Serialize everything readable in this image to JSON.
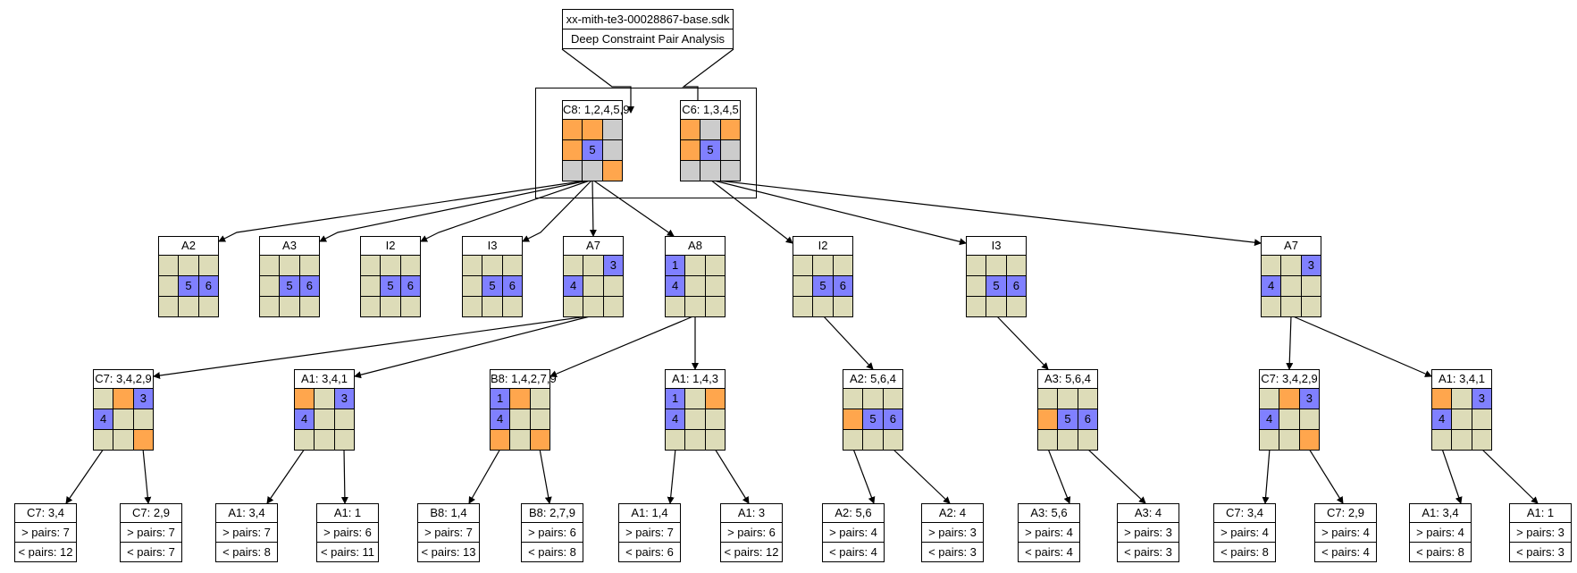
{
  "title": {
    "filename": "xx-mith-te3-00028867-base.sdk",
    "subtitle": "Deep Constraint Pair Analysis"
  },
  "colors": {
    "orange": "#ffa64d",
    "blue": "#8080ff",
    "gray": "#cccccc",
    "beige": "#dddcb8"
  },
  "roots": [
    {
      "id": "c8",
      "label": "C8: 1,2,4,5,9",
      "cells": [
        [
          "o",
          ""
        ],
        [
          "o",
          ""
        ],
        [
          "g",
          ""
        ],
        [
          "o",
          ""
        ],
        [
          "b",
          "5"
        ],
        [
          "g",
          ""
        ],
        [
          "g",
          ""
        ],
        [
          "g",
          ""
        ],
        [
          "o",
          ""
        ]
      ]
    },
    {
      "id": "c6",
      "label": "C6: 1,3,4,5",
      "cells": [
        [
          "o",
          ""
        ],
        [
          "g",
          ""
        ],
        [
          "o",
          ""
        ],
        [
          "o",
          ""
        ],
        [
          "b",
          "5"
        ],
        [
          "g",
          ""
        ],
        [
          "g",
          ""
        ],
        [
          "g",
          ""
        ],
        [
          "g",
          ""
        ]
      ]
    }
  ],
  "level2": [
    {
      "id": "l2a2",
      "label": "A2",
      "cells": [
        [
          "e",
          ""
        ],
        [
          "e",
          ""
        ],
        [
          "e",
          ""
        ],
        [
          "e",
          ""
        ],
        [
          "b",
          "5"
        ],
        [
          "b",
          "6"
        ],
        [
          "e",
          ""
        ],
        [
          "e",
          ""
        ],
        [
          "e",
          ""
        ]
      ]
    },
    {
      "id": "l2a3",
      "label": "A3",
      "cells": [
        [
          "e",
          ""
        ],
        [
          "e",
          ""
        ],
        [
          "e",
          ""
        ],
        [
          "e",
          ""
        ],
        [
          "b",
          "5"
        ],
        [
          "b",
          "6"
        ],
        [
          "e",
          ""
        ],
        [
          "e",
          ""
        ],
        [
          "e",
          ""
        ]
      ]
    },
    {
      "id": "l2i2a",
      "label": "I2",
      "cells": [
        [
          "e",
          ""
        ],
        [
          "e",
          ""
        ],
        [
          "e",
          ""
        ],
        [
          "e",
          ""
        ],
        [
          "b",
          "5"
        ],
        [
          "b",
          "6"
        ],
        [
          "e",
          ""
        ],
        [
          "e",
          ""
        ],
        [
          "e",
          ""
        ]
      ]
    },
    {
      "id": "l2i3a",
      "label": "I3",
      "cells": [
        [
          "e",
          ""
        ],
        [
          "e",
          ""
        ],
        [
          "e",
          ""
        ],
        [
          "e",
          ""
        ],
        [
          "b",
          "5"
        ],
        [
          "b",
          "6"
        ],
        [
          "e",
          ""
        ],
        [
          "e",
          ""
        ],
        [
          "e",
          ""
        ]
      ]
    },
    {
      "id": "l2a7a",
      "label": "A7",
      "cells": [
        [
          "e",
          ""
        ],
        [
          "e",
          ""
        ],
        [
          "b",
          "3"
        ],
        [
          "b",
          "4"
        ],
        [
          "e",
          ""
        ],
        [
          "e",
          ""
        ],
        [
          "e",
          ""
        ],
        [
          "e",
          ""
        ],
        [
          "e",
          ""
        ]
      ]
    },
    {
      "id": "l2a8",
      "label": "A8",
      "cells": [
        [
          "b",
          "1"
        ],
        [
          "e",
          ""
        ],
        [
          "e",
          ""
        ],
        [
          "b",
          "4"
        ],
        [
          "e",
          ""
        ],
        [
          "e",
          ""
        ],
        [
          "e",
          ""
        ],
        [
          "e",
          ""
        ],
        [
          "e",
          ""
        ]
      ]
    },
    {
      "id": "l2i2b",
      "label": "I2",
      "cells": [
        [
          "e",
          ""
        ],
        [
          "e",
          ""
        ],
        [
          "e",
          ""
        ],
        [
          "e",
          ""
        ],
        [
          "b",
          "5"
        ],
        [
          "b",
          "6"
        ],
        [
          "e",
          ""
        ],
        [
          "e",
          ""
        ],
        [
          "e",
          ""
        ]
      ]
    },
    {
      "id": "l2i3b",
      "label": "I3",
      "cells": [
        [
          "e",
          ""
        ],
        [
          "e",
          ""
        ],
        [
          "e",
          ""
        ],
        [
          "e",
          ""
        ],
        [
          "b",
          "5"
        ],
        [
          "b",
          "6"
        ],
        [
          "e",
          ""
        ],
        [
          "e",
          ""
        ],
        [
          "e",
          ""
        ]
      ]
    },
    {
      "id": "l2a7b",
      "label": "A7",
      "cells": [
        [
          "e",
          ""
        ],
        [
          "e",
          ""
        ],
        [
          "b",
          "3"
        ],
        [
          "b",
          "4"
        ],
        [
          "e",
          ""
        ],
        [
          "e",
          ""
        ],
        [
          "e",
          ""
        ],
        [
          "e",
          ""
        ],
        [
          "e",
          ""
        ]
      ]
    }
  ],
  "level3": [
    {
      "id": "l3c7a",
      "label": "C7: 3,4,2,9",
      "cells": [
        [
          "e",
          ""
        ],
        [
          "o",
          ""
        ],
        [
          "b",
          "3"
        ],
        [
          "b",
          "4"
        ],
        [
          "e",
          ""
        ],
        [
          "e",
          ""
        ],
        [
          "e",
          ""
        ],
        [
          "e",
          ""
        ],
        [
          "o",
          ""
        ]
      ]
    },
    {
      "id": "l3a1a",
      "label": "A1: 3,4,1",
      "cells": [
        [
          "o",
          ""
        ],
        [
          "e",
          ""
        ],
        [
          "b",
          "3"
        ],
        [
          "b",
          "4"
        ],
        [
          "e",
          ""
        ],
        [
          "e",
          ""
        ],
        [
          "e",
          ""
        ],
        [
          "e",
          ""
        ],
        [
          "e",
          ""
        ]
      ]
    },
    {
      "id": "l3b8",
      "label": "B8: 1,4,2,7,9",
      "cells": [
        [
          "b",
          "1"
        ],
        [
          "o",
          ""
        ],
        [
          "e",
          ""
        ],
        [
          "b",
          "4"
        ],
        [
          "e",
          ""
        ],
        [
          "e",
          ""
        ],
        [
          "o",
          ""
        ],
        [
          "e",
          ""
        ],
        [
          "o",
          ""
        ]
      ]
    },
    {
      "id": "l3a1b",
      "label": "A1: 1,4,3",
      "cells": [
        [
          "b",
          "1"
        ],
        [
          "e",
          ""
        ],
        [
          "o",
          ""
        ],
        [
          "b",
          "4"
        ],
        [
          "e",
          ""
        ],
        [
          "e",
          ""
        ],
        [
          "e",
          ""
        ],
        [
          "e",
          ""
        ],
        [
          "e",
          ""
        ]
      ]
    },
    {
      "id": "l3a2",
      "label": "A2: 5,6,4",
      "cells": [
        [
          "e",
          ""
        ],
        [
          "e",
          ""
        ],
        [
          "e",
          ""
        ],
        [
          "o",
          ""
        ],
        [
          "b",
          "5"
        ],
        [
          "b",
          "6"
        ],
        [
          "e",
          ""
        ],
        [
          "e",
          ""
        ],
        [
          "e",
          ""
        ]
      ]
    },
    {
      "id": "l3a3",
      "label": "A3: 5,6,4",
      "cells": [
        [
          "e",
          ""
        ],
        [
          "e",
          ""
        ],
        [
          "e",
          ""
        ],
        [
          "o",
          ""
        ],
        [
          "b",
          "5"
        ],
        [
          "b",
          "6"
        ],
        [
          "e",
          ""
        ],
        [
          "e",
          ""
        ],
        [
          "e",
          ""
        ]
      ]
    },
    {
      "id": "l3c7b",
      "label": "C7: 3,4,2,9",
      "cells": [
        [
          "e",
          ""
        ],
        [
          "o",
          ""
        ],
        [
          "b",
          "3"
        ],
        [
          "b",
          "4"
        ],
        [
          "e",
          ""
        ],
        [
          "e",
          ""
        ],
        [
          "e",
          ""
        ],
        [
          "e",
          ""
        ],
        [
          "o",
          ""
        ]
      ]
    },
    {
      "id": "l3a1c",
      "label": "A1: 3,4,1",
      "cells": [
        [
          "o",
          ""
        ],
        [
          "e",
          ""
        ],
        [
          "b",
          "3"
        ],
        [
          "b",
          "4"
        ],
        [
          "e",
          ""
        ],
        [
          "e",
          ""
        ],
        [
          "e",
          ""
        ],
        [
          "e",
          ""
        ],
        [
          "e",
          ""
        ]
      ]
    }
  ],
  "leaves": [
    {
      "id": "f1",
      "label": "C7: 3,4",
      "gt": "> pairs: 7",
      "lt": "< pairs: 12"
    },
    {
      "id": "f2",
      "label": "C7: 2,9",
      "gt": "> pairs: 7",
      "lt": "< pairs: 7"
    },
    {
      "id": "f3",
      "label": "A1: 3,4",
      "gt": "> pairs: 7",
      "lt": "< pairs: 8"
    },
    {
      "id": "f4",
      "label": "A1: 1",
      "gt": "> pairs: 6",
      "lt": "< pairs: 11"
    },
    {
      "id": "f5",
      "label": "B8: 1,4",
      "gt": "> pairs: 7",
      "lt": "< pairs: 13"
    },
    {
      "id": "f6",
      "label": "B8: 2,7,9",
      "gt": "> pairs: 6",
      "lt": "< pairs: 8"
    },
    {
      "id": "f7",
      "label": "A1: 1,4",
      "gt": "> pairs: 7",
      "lt": "< pairs: 6"
    },
    {
      "id": "f8",
      "label": "A1: 3",
      "gt": "> pairs: 6",
      "lt": "< pairs: 12"
    },
    {
      "id": "f9",
      "label": "A2: 5,6",
      "gt": "> pairs: 4",
      "lt": "< pairs: 4"
    },
    {
      "id": "f10",
      "label": "A2: 4",
      "gt": "> pairs: 3",
      "lt": "< pairs: 3"
    },
    {
      "id": "f11",
      "label": "A3: 5,6",
      "gt": "> pairs: 4",
      "lt": "< pairs: 4"
    },
    {
      "id": "f12",
      "label": "A3: 4",
      "gt": "> pairs: 3",
      "lt": "< pairs: 3"
    },
    {
      "id": "f13",
      "label": "C7: 3,4",
      "gt": "> pairs: 4",
      "lt": "< pairs: 8"
    },
    {
      "id": "f14",
      "label": "C7: 2,9",
      "gt": "> pairs: 4",
      "lt": "< pairs: 4"
    },
    {
      "id": "f15",
      "label": "A1: 3,4",
      "gt": "> pairs: 4",
      "lt": "< pairs: 8"
    },
    {
      "id": "f16",
      "label": "A1: 1",
      "gt": "> pairs: 3",
      "lt": "< pairs: 3"
    }
  ]
}
